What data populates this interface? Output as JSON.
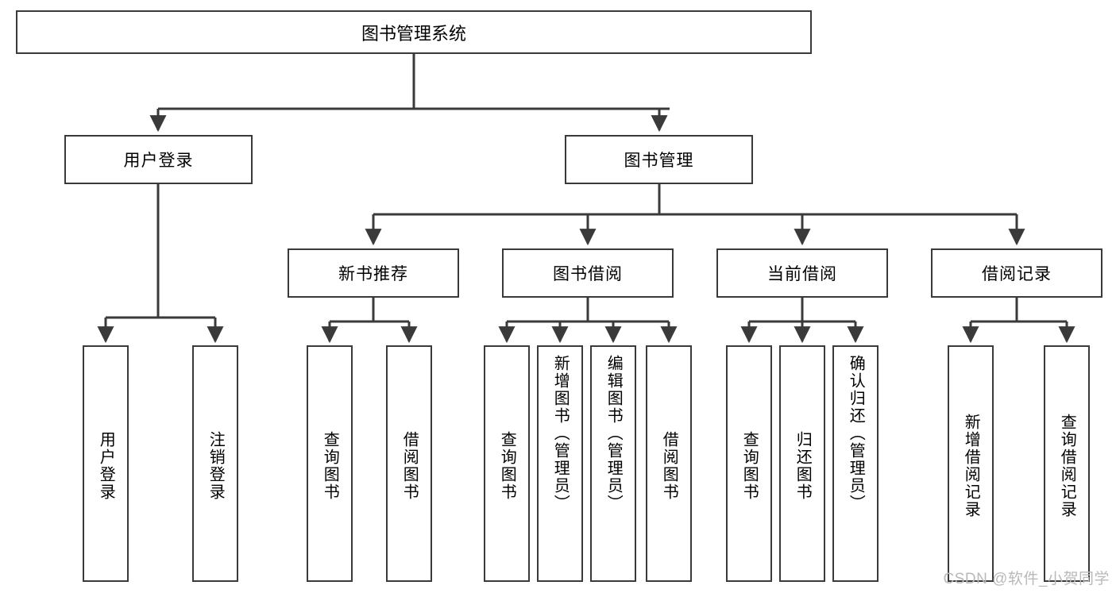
{
  "diagram": {
    "title": "图书管理系统",
    "watermark": "CSDN @软件_小贺同学",
    "colors": {
      "border": "#3a3a3a",
      "background": "#ffffff",
      "text": "#000000",
      "watermark": "#b9b9b9"
    },
    "root": {
      "id": "root",
      "label": "图书管理系统"
    },
    "level2": [
      {
        "id": "user-login",
        "label": "用户登录"
      },
      {
        "id": "book-management",
        "label": "图书管理"
      }
    ],
    "level3": [
      {
        "id": "new-book-recommend",
        "label": "新书推荐"
      },
      {
        "id": "book-borrow",
        "label": "图书借阅"
      },
      {
        "id": "current-borrow",
        "label": "当前借阅"
      },
      {
        "id": "borrow-record",
        "label": "借阅记录"
      }
    ],
    "leaves": [
      {
        "id": "leaf-user-login",
        "label": "用户登录",
        "parent": "user-login"
      },
      {
        "id": "leaf-user-logout",
        "label": "注销登录",
        "parent": "user-login"
      },
      {
        "id": "leaf-query-book-1",
        "label": "查询图书",
        "parent": "new-book-recommend"
      },
      {
        "id": "leaf-borrow-book-1",
        "label": "借阅图书",
        "parent": "new-book-recommend"
      },
      {
        "id": "leaf-query-book-2",
        "label": "查询图书",
        "parent": "book-borrow"
      },
      {
        "id": "leaf-add-book",
        "label": "新增图书（管理员）",
        "parent": "book-borrow"
      },
      {
        "id": "leaf-edit-book",
        "label": "编辑图书（管理员）",
        "parent": "book-borrow"
      },
      {
        "id": "leaf-borrow-book-2",
        "label": "借阅图书",
        "parent": "book-borrow"
      },
      {
        "id": "leaf-query-book-3",
        "label": "查询图书",
        "parent": "current-borrow"
      },
      {
        "id": "leaf-return-book",
        "label": "归还图书",
        "parent": "current-borrow"
      },
      {
        "id": "leaf-confirm-return",
        "label": "确认归还（管理员）",
        "parent": "current-borrow"
      },
      {
        "id": "leaf-add-record",
        "label": "新增借阅记录",
        "parent": "borrow-record"
      },
      {
        "id": "leaf-query-record",
        "label": "查询借阅记录",
        "parent": "borrow-record"
      }
    ]
  }
}
